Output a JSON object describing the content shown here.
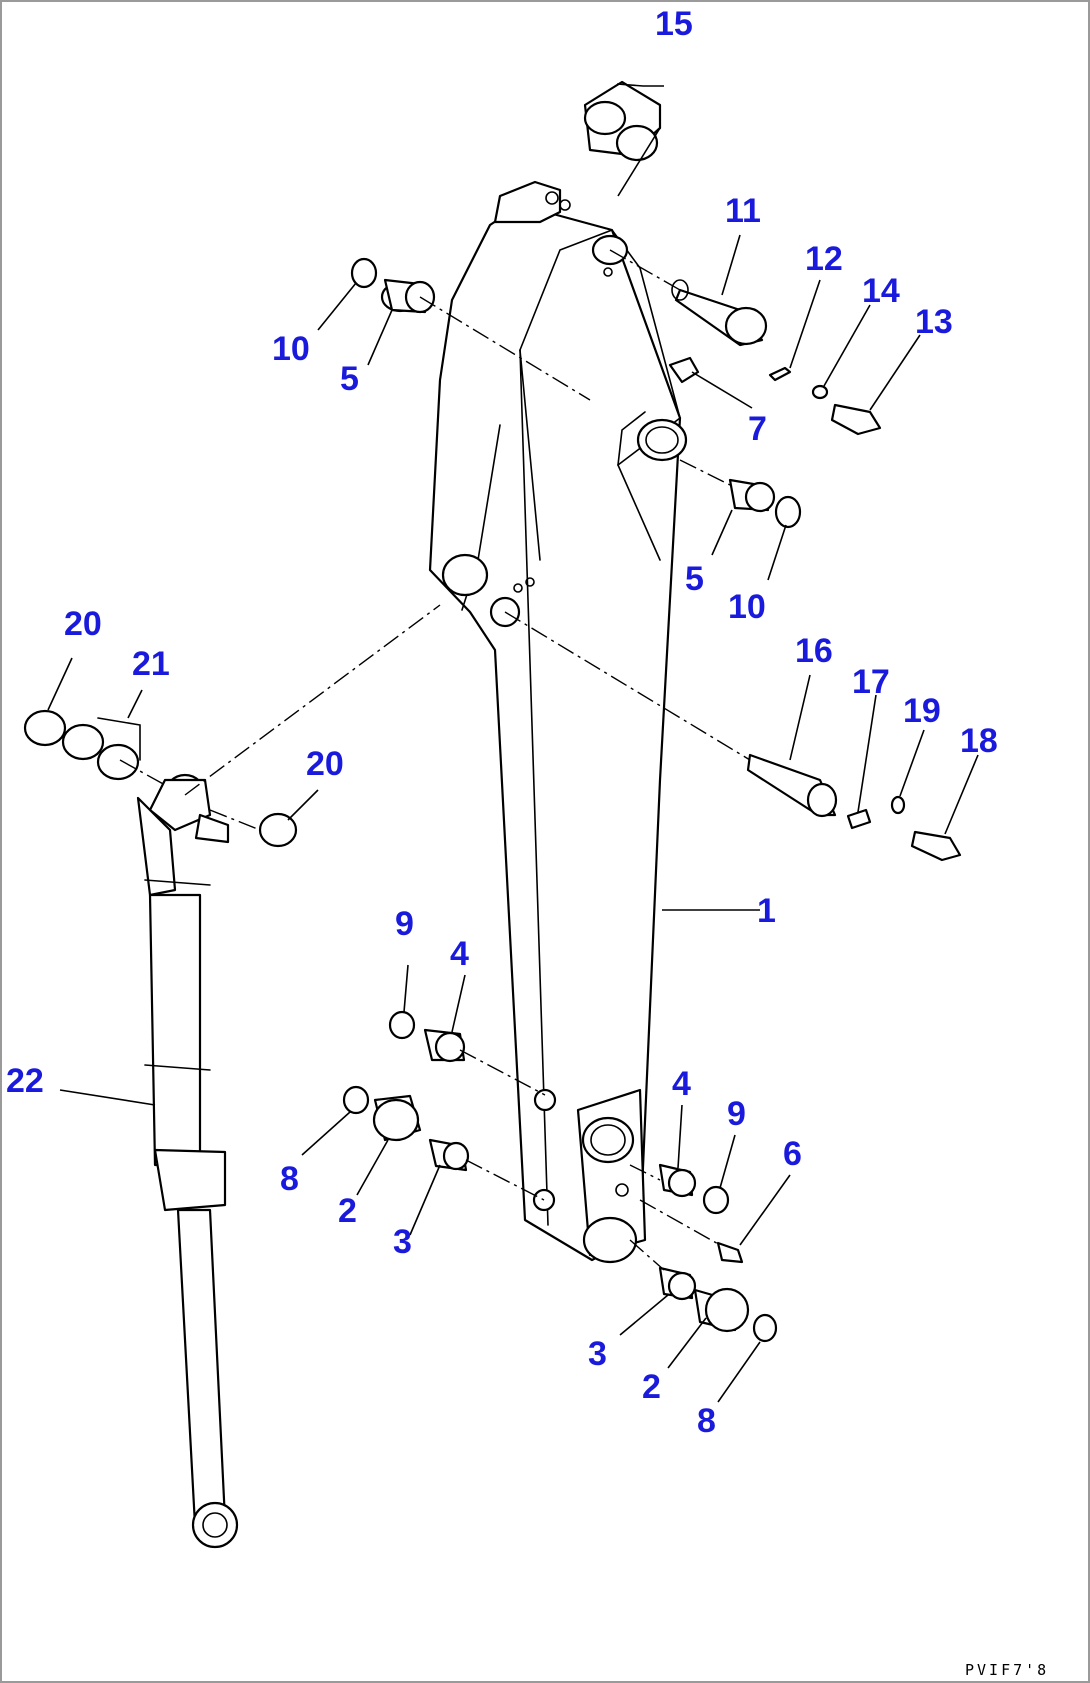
{
  "callouts": {
    "c1": "1",
    "c2a": "2",
    "c2b": "2",
    "c3a": "3",
    "c3b": "3",
    "c4a": "4",
    "c4b": "4",
    "c5a": "5",
    "c5b": "5",
    "c6": "6",
    "c7": "7",
    "c8a": "8",
    "c8b": "8",
    "c9a": "9",
    "c9b": "9",
    "c10a": "10",
    "c10b": "10",
    "c11": "11",
    "c12": "12",
    "c13": "13",
    "c14": "14",
    "c15": "15",
    "c16": "16",
    "c17": "17",
    "c18": "18",
    "c19": "19",
    "c20a": "20",
    "c20b": "20",
    "c21": "21",
    "c22": "22"
  },
  "drawing_code": "PVIF7'8",
  "colors": {
    "callout": "#1a1adc",
    "line": "#000000",
    "frame": "#9a9a9a"
  }
}
